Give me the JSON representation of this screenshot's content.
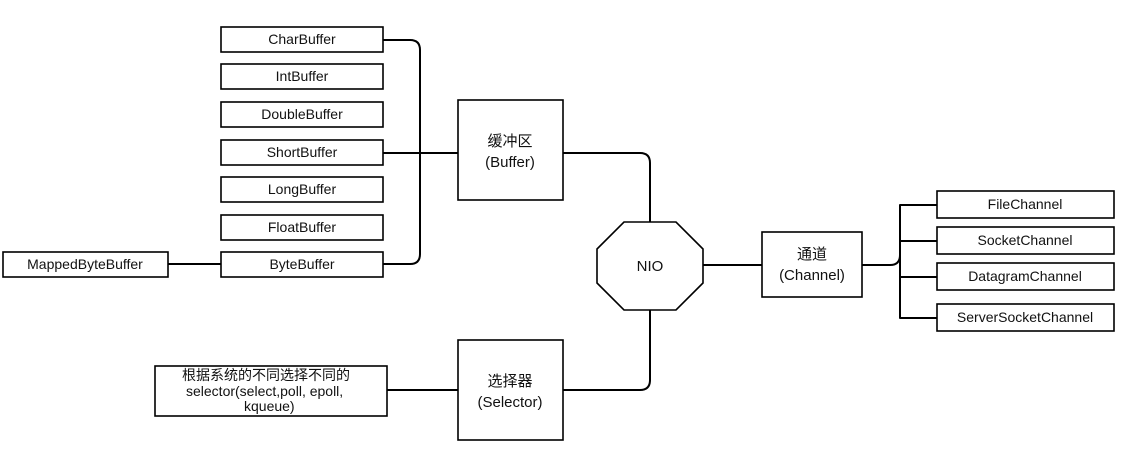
{
  "diagram": {
    "buffers": [
      "CharBuffer",
      "IntBuffer",
      "DoubleBuffer",
      "ShortBuffer",
      "LongBuffer",
      "FloatBuffer",
      "ByteBuffer"
    ],
    "mapped": "MappedByteBuffer",
    "buffer_node": {
      "line1": "缓冲区",
      "line2": "(Buffer)"
    },
    "nio": "NIO",
    "channel_node": {
      "line1": "通道",
      "line2": "(Channel)"
    },
    "channels": [
      "FileChannel",
      "SocketChannel",
      "DatagramChannel",
      "ServerSocketChannel"
    ],
    "selector_node": {
      "line1": "选择器",
      "line2": "(Selector)"
    },
    "selector_note": {
      "line1": "根据系统的不同选择不同的",
      "line2": "selector(select,poll, epoll,",
      "line3": "kqueue)"
    }
  }
}
